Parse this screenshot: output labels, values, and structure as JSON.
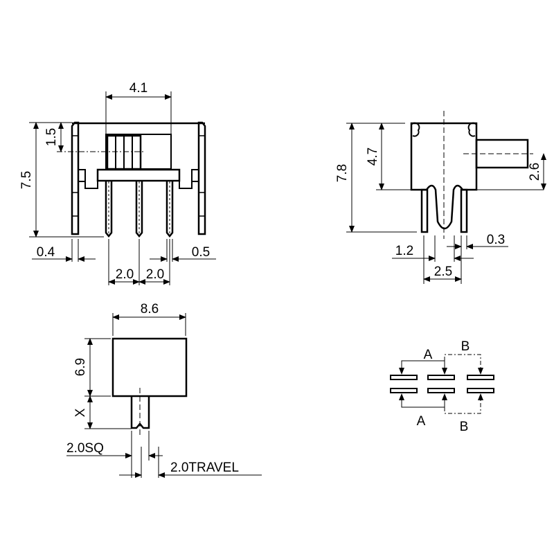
{
  "front_view": {
    "width_slider": "4.1",
    "height_total": "7.5",
    "height_slider_center": "1.5",
    "side_pin_width": "0.4",
    "pin_pitch_left": "2.0",
    "pin_pitch_right": "2.0",
    "pin_width": "0.5"
  },
  "side_view": {
    "height_total": "7.8",
    "body_height": "4.7",
    "actuator_offset": "2.6",
    "pin_gap": "1.2",
    "pin_thickness": "0.3",
    "pin_span": "2.5"
  },
  "top_view": {
    "body_width": "8.6",
    "body_depth": "6.9",
    "actuator_length": "X",
    "actuator_size": "2.0SQ",
    "travel": "2.0TRAVEL"
  },
  "schematic": {
    "label_a_top": "A",
    "label_b_top": "B",
    "label_a_bottom": "A",
    "label_b_bottom": "B"
  },
  "colors": {
    "line": "#000000",
    "background": "#ffffff"
  }
}
